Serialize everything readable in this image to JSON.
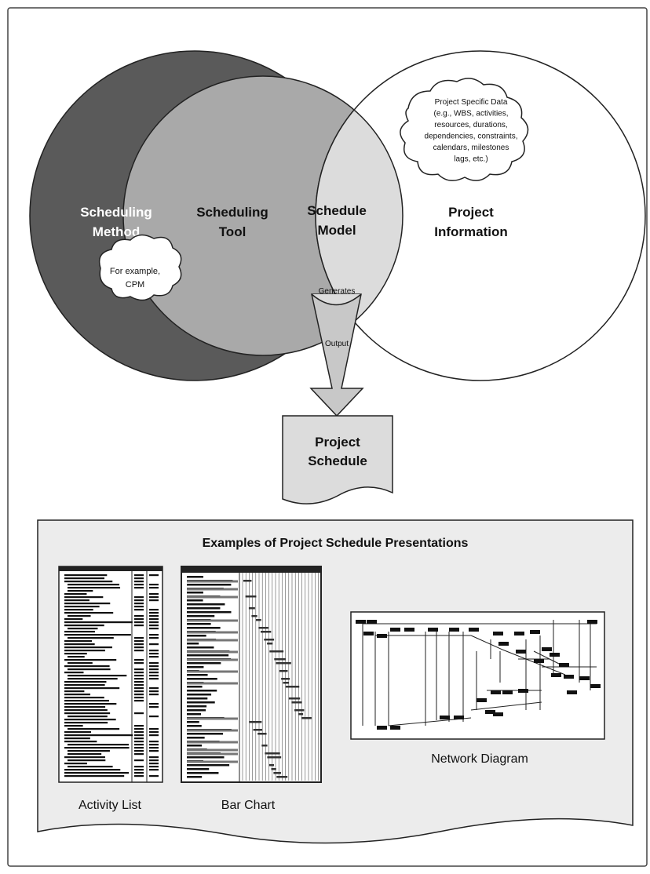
{
  "venn": {
    "scheduling_method": {
      "line1": "Scheduling",
      "line2": "Method"
    },
    "scheduling_tool": {
      "line1": "Scheduling",
      "line2": "Tool"
    },
    "schedule_model": {
      "line1": "Schedule",
      "line2": "Model"
    },
    "project_information": {
      "line1": "Project",
      "line2": "Information"
    },
    "example_cloud": {
      "line1": "For example,",
      "line2": "CPM"
    },
    "data_cloud": {
      "lines": [
        "Project Specific Data",
        "(e.g., WBS, activities,",
        "resources, durations,",
        "dependencies, constraints,",
        "calendars, milestones",
        "lags, etc.)"
      ]
    },
    "generates_label": "Generates",
    "output_label": "Output"
  },
  "schedule_doc": {
    "line1": "Project",
    "line2": "Schedule"
  },
  "examples": {
    "title": "Examples of Project Schedule Presentations",
    "activity_list_label": "Activity List",
    "bar_chart_label": "Bar Chart",
    "network_diagram_label": "Network Diagram"
  },
  "colors": {
    "method_fill": "#5a5a5a",
    "tool_fill": "#a9a9a9",
    "model_fill": "#dcdcdc",
    "panel_fill": "#ececec",
    "stroke": "#222222"
  }
}
